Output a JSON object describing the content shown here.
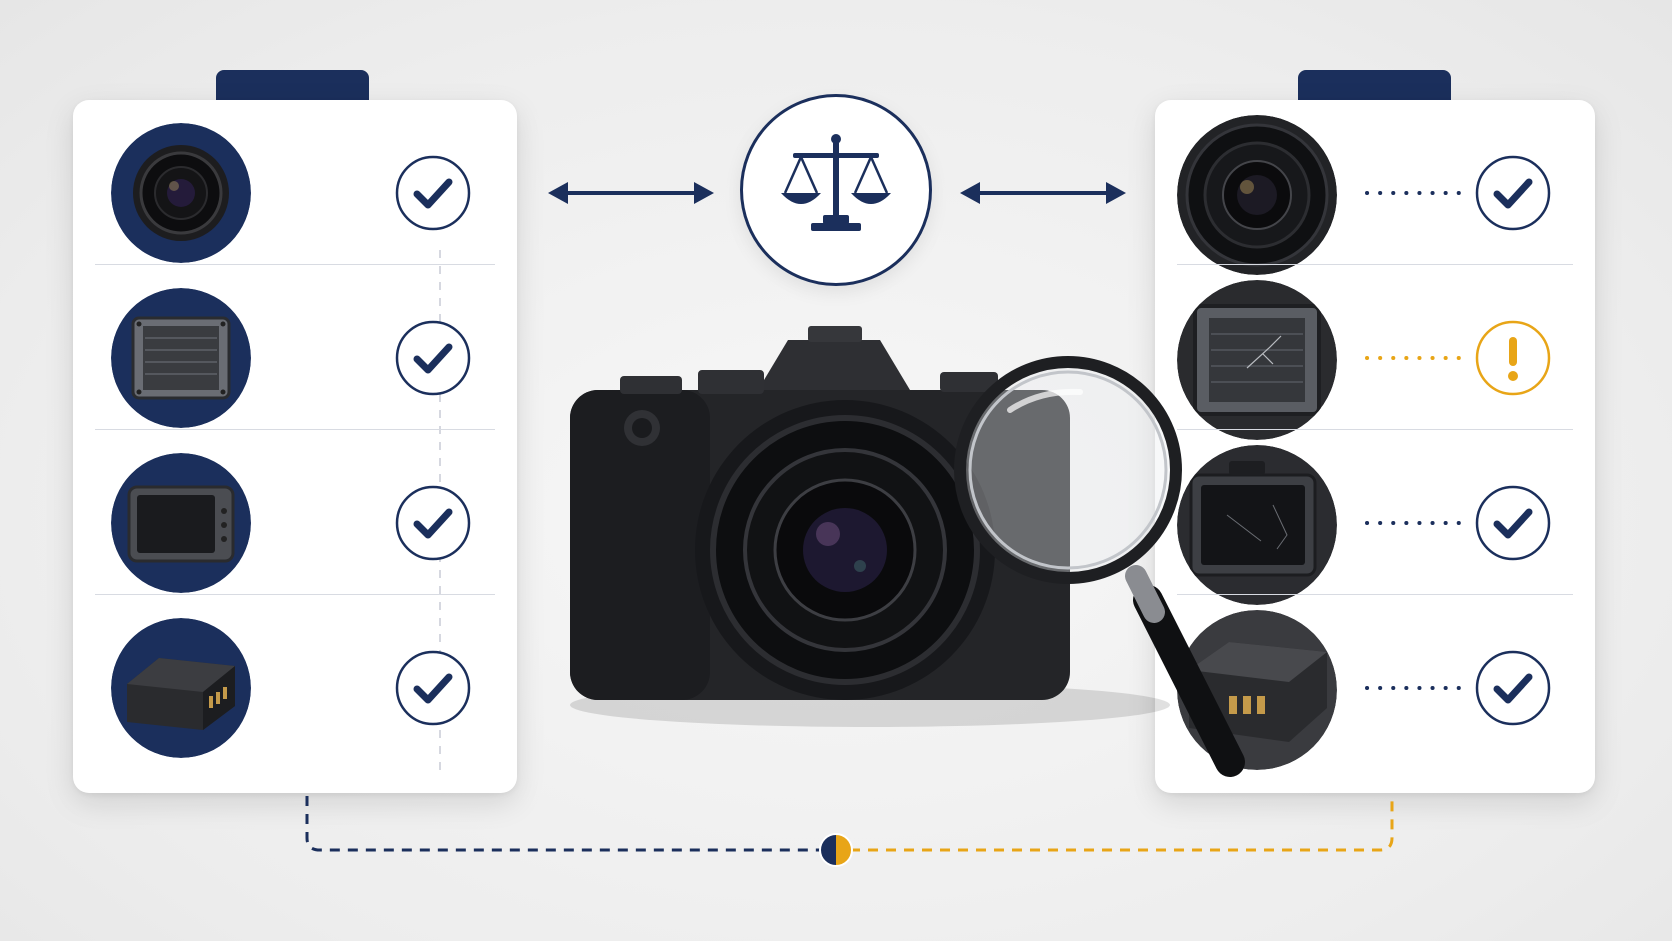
{
  "colors": {
    "navy": "#1b2f5c",
    "amber": "#e8a517",
    "panel": "#ffffff",
    "divider": "#d8dbe2"
  },
  "left_panel": {
    "rows": [
      {
        "component": "lens",
        "status": "check-icon"
      },
      {
        "component": "sensor",
        "status": "check-icon"
      },
      {
        "component": "screen",
        "status": "check-icon"
      },
      {
        "component": "battery",
        "status": "check-icon"
      }
    ]
  },
  "right_panel": {
    "rows": [
      {
        "component": "lens",
        "status": "check-icon"
      },
      {
        "component": "sensor",
        "status": "warning-icon"
      },
      {
        "component": "screen",
        "status": "check-icon"
      },
      {
        "component": "battery",
        "status": "check-icon"
      }
    ]
  },
  "center": {
    "icon": "scale-icon",
    "hero": "camera-icon",
    "tool": "magnifying-glass-icon"
  }
}
